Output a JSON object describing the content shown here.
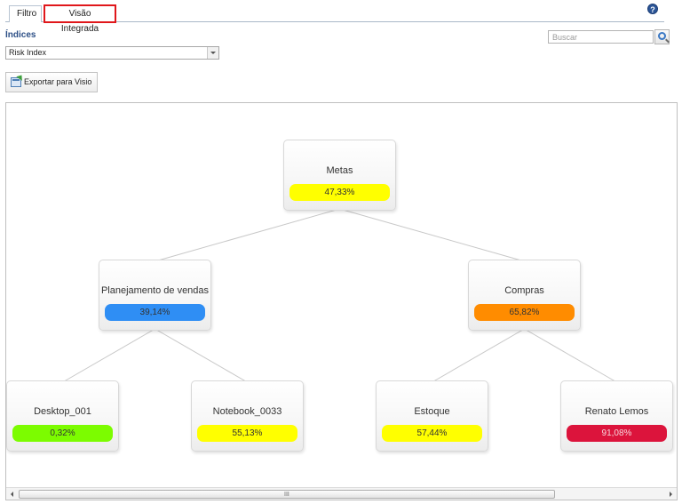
{
  "tabs": [
    {
      "label": "Filtro",
      "active": false
    },
    {
      "label": "Visão Integrada",
      "active": true
    }
  ],
  "help": {
    "icon": "help-icon",
    "glyph": "?"
  },
  "indices": {
    "label": "Índices",
    "selected": "Risk Index"
  },
  "search": {
    "placeholder": "Buscar",
    "icon": "search-icon"
  },
  "toolbar": {
    "export_label": "Exportar para Visio",
    "export_icon": "export-visio-icon"
  },
  "diagram": {
    "nodes": [
      {
        "id": "metas",
        "label": "Metas",
        "value": "47,33%",
        "color": "#ffff00"
      },
      {
        "id": "planejamento",
        "label": "Planejamento de vendas",
        "value": "39,14%",
        "color": "#2f8ef4"
      },
      {
        "id": "compras",
        "label": "Compras",
        "value": "65,82%",
        "color": "#ff8c00"
      },
      {
        "id": "desktop",
        "label": "Desktop_001",
        "value": "0,32%",
        "color": "#7cfc00"
      },
      {
        "id": "notebook",
        "label": "Notebook_0033",
        "value": "55,13%",
        "color": "#ffff00"
      },
      {
        "id": "estoque",
        "label": "Estoque",
        "value": "57,44%",
        "color": "#ffff00"
      },
      {
        "id": "renato",
        "label": "Renato Lemos",
        "value": "91,08%",
        "color": "#dc143c"
      }
    ],
    "edges": [
      {
        "from": "metas",
        "to": "planejamento"
      },
      {
        "from": "metas",
        "to": "compras"
      },
      {
        "from": "planejamento",
        "to": "desktop"
      },
      {
        "from": "planejamento",
        "to": "notebook"
      },
      {
        "from": "compras",
        "to": "estoque"
      },
      {
        "from": "compras",
        "to": "renato"
      }
    ]
  },
  "scrollbar": {
    "grip": "III"
  }
}
